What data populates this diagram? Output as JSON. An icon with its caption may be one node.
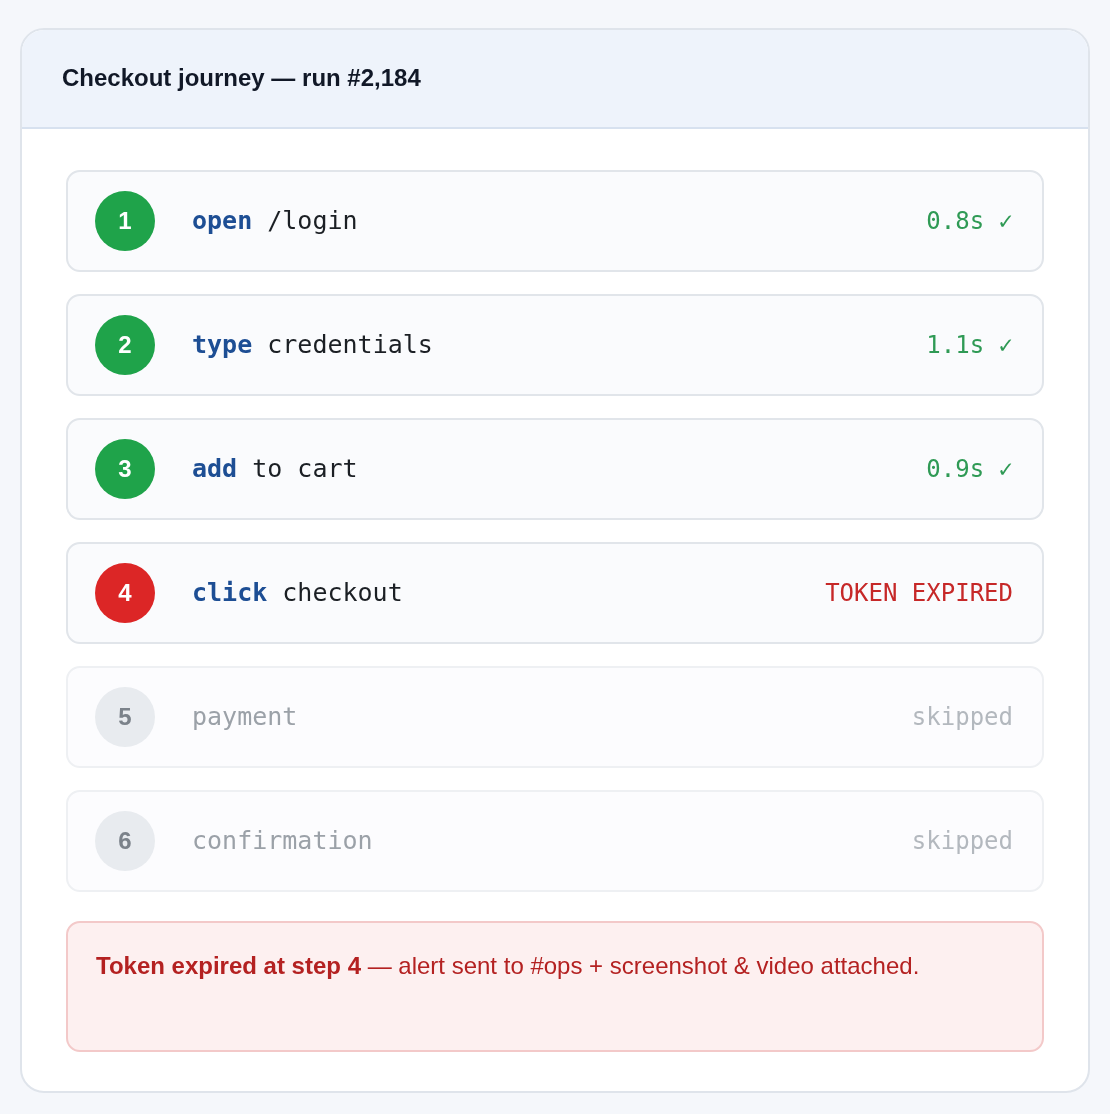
{
  "diagram": {
    "nodes": [
      {
        "text": [
          "Checkout journey — run #2,184"
        ]
      },
      {
        "text": [
          "**open** /login",
          "0.8s ✓"
        ],
        "in": 0
      },
      {
        "text": [
          "1"
        ],
        "in": 1
      },
      {
        "text": [
          "**type** credentials",
          "1.1s ✓"
        ],
        "in": 0
      },
      {
        "text": [
          "2"
        ],
        "in": 3
      },
      {
        "text": [
          "**add** to cart",
          "0.9s ✓"
        ],
        "in": 0
      },
      {
        "text": [
          "3"
        ],
        "in": 5
      },
      {
        "text": [
          "**click** checkout",
          "TOKEN EXPIRED"
        ],
        "in": 0
      },
      {
        "text": [
          "4"
        ],
        "in": 7
      },
      {
        "text": [
          "payment",
          "skipped"
        ],
        "in": 0
      },
      {
        "text": [
          "5"
        ],
        "in": 9
      },
      {
        "text": [
          "confirmation",
          "skipped"
        ],
        "in": 0
      },
      {
        "text": [
          "6"
        ],
        "in": 11
      },
      {
        "text": [
          "**Token expired at step 4** — alert sent to #ops + screenshot & video attached."
        ],
        "in": 0
      }
    ]
  }
}
